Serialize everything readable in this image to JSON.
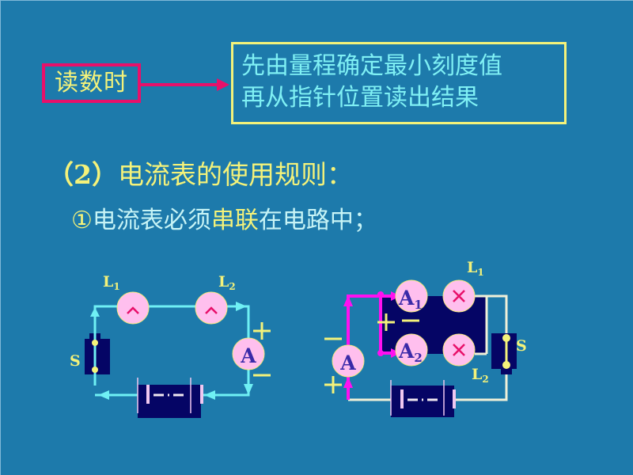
{
  "reading": {
    "label": "读数时",
    "steps": [
      "先由量程确定最小刻度值",
      "再从指针位置读出结果"
    ]
  },
  "section": {
    "paren_open": "（2）",
    "title": "电流表的使用规则：",
    "rule_number": "①",
    "rule_part1": "电流表必须",
    "rule_highlight": "串联",
    "rule_part2": "在电路中；"
  },
  "circuit_series": {
    "lamp1": {
      "name": "L",
      "sub": "1"
    },
    "lamp2": {
      "name": "L",
      "sub": "2"
    },
    "switch": "S",
    "ammeter": "A",
    "plus": "+",
    "minus": "−"
  },
  "circuit_parallel": {
    "lamp1": {
      "name": "L",
      "sub": "1"
    },
    "lamp2": {
      "name": "L",
      "sub": "2"
    },
    "switch": "S",
    "ammeter_main": "A",
    "ammeter1": {
      "name": "A",
      "sub": "1"
    },
    "ammeter2": {
      "name": "A",
      "sub": "2"
    },
    "plus": "+",
    "minus": "−"
  },
  "colors": {
    "background": "#1d7aab",
    "wire_series": "#6ff0f4",
    "wire_parallel": "#f0f0d8",
    "current_path": "#ff10f0",
    "label_yellow": "#f4f27a",
    "lamp_fill": "#ffbfee",
    "lamp_cross": "#e8106a",
    "component_dark": "#050565"
  }
}
